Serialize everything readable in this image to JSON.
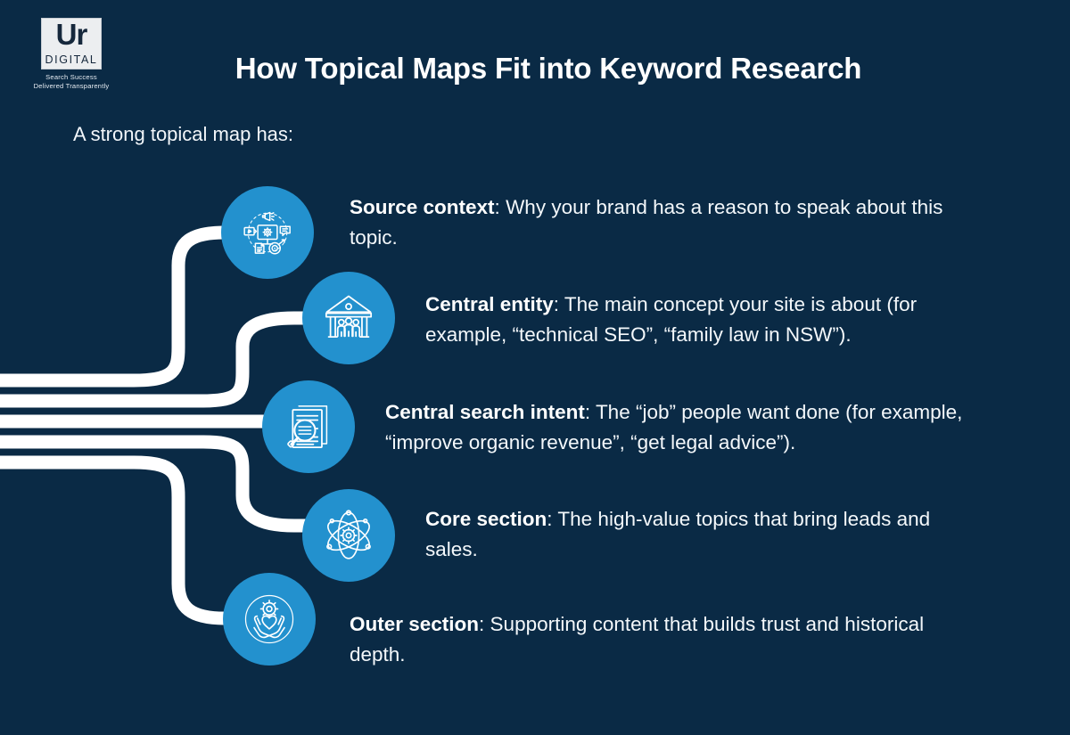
{
  "colors": {
    "background": "#0a2a45",
    "accent_blue": "#2391ce",
    "line_white": "#ffffff",
    "text_white": "#f4f8fb"
  },
  "logo": {
    "mark_letters": "Ur",
    "mark_word": "DIGITAL",
    "tagline_line1": "Search Success",
    "tagline_line2": "Delivered Transparently"
  },
  "header": {
    "title": "How Topical Maps Fit into Keyword Research"
  },
  "intro": {
    "subtitle": "A strong topical map has:"
  },
  "items": [
    {
      "icon": "content-marketing-monitor-gear-icon",
      "label": "Source context",
      "separator": ": ",
      "body": "Why your brand has a reason to speak about this topic."
    },
    {
      "icon": "institution-building-people-icon",
      "label": "Central entity",
      "separator": ": ",
      "body": "The main concept your site is about (for example, “technical SEO”, “family law in NSW”)."
    },
    {
      "icon": "document-magnifier-search-icon",
      "label": "Central search intent",
      "separator": ": ",
      "body": "The “job” people want done (for example, “improve organic revenue”, “get legal advice”)."
    },
    {
      "icon": "atom-gear-nucleus-icon",
      "label": "Core section",
      "separator": ": ",
      "body": "The high-value topics that bring leads and sales."
    },
    {
      "icon": "hands-holding-gear-icon",
      "label": "Outer section",
      "separator": ": ",
      "body": "Supporting content that builds trust and historical depth."
    }
  ]
}
